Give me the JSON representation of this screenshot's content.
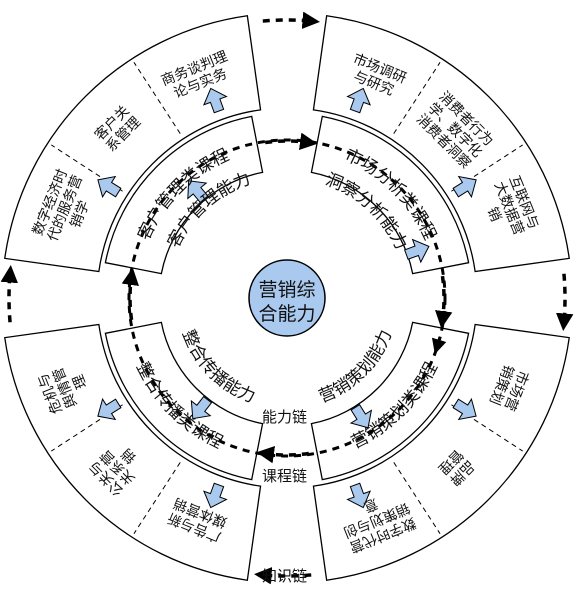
{
  "center": {
    "line1": "营销综",
    "line2": "合能力",
    "fill": "#a9c9ef"
  },
  "abilities": [
    "客户管理能力",
    "洞察分析能力",
    "营销策划能力",
    "整合传播能力"
  ],
  "courses": [
    "客户管理类课程",
    "市场分析类课程",
    "营销策划类课程",
    "整合传播类课程"
  ],
  "knowledge": {
    "q1": [
      "市场调研与研究",
      "消费者行为学、数字化消费者洞察",
      "互联网与大数据营销"
    ],
    "q2": [
      "市场营销策划",
      "品牌管理",
      "数字时代营销策划与创意"
    ],
    "q3": [
      "广告与新媒体营销",
      "公关与关系营销",
      "危机与舆情管理"
    ],
    "q4": [
      "数字经济时代的服务营销学",
      "客户关系管理",
      "商务谈判理论与实务"
    ]
  },
  "chains": {
    "ability": "能力链",
    "course": "课程链",
    "knowledge": "知识链"
  },
  "colors": {
    "arrow_fill": "#a9c9ef",
    "stroke": "#000000"
  }
}
